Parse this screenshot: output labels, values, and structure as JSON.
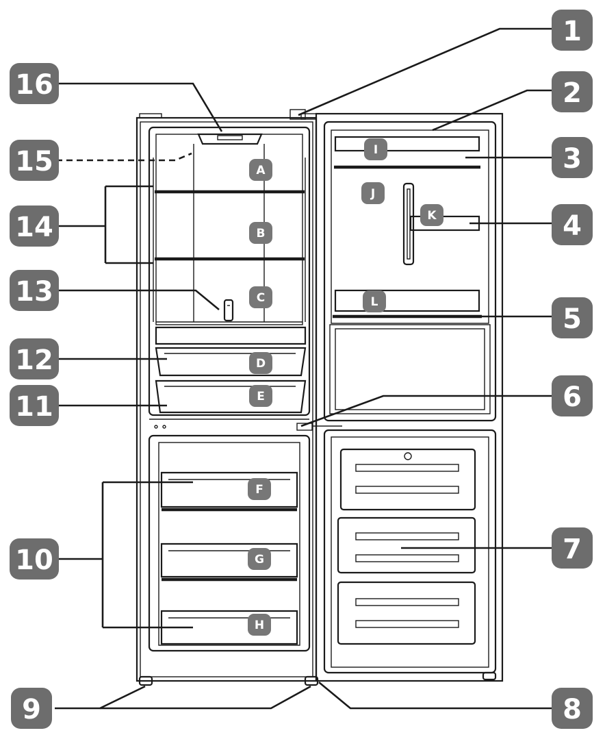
{
  "colors": {
    "badge": "#6d6d6d",
    "letter_badge": "#777777",
    "line": "#1a1a1a",
    "background": "#ffffff"
  },
  "callouts": [
    {
      "id": "1",
      "label": "1"
    },
    {
      "id": "2",
      "label": "2"
    },
    {
      "id": "3",
      "label": "3"
    },
    {
      "id": "4",
      "label": "4"
    },
    {
      "id": "5",
      "label": "5"
    },
    {
      "id": "6",
      "label": "6"
    },
    {
      "id": "7",
      "label": "7"
    },
    {
      "id": "8",
      "label": "8"
    },
    {
      "id": "9",
      "label": "9"
    },
    {
      "id": "10",
      "label": "10"
    },
    {
      "id": "11",
      "label": "11"
    },
    {
      "id": "12",
      "label": "12"
    },
    {
      "id": "13",
      "label": "13"
    },
    {
      "id": "14",
      "label": "14"
    },
    {
      "id": "15",
      "label": "15"
    },
    {
      "id": "16",
      "label": "16"
    }
  ],
  "zones": [
    {
      "id": "A",
      "label": "A"
    },
    {
      "id": "B",
      "label": "B"
    },
    {
      "id": "C",
      "label": "C"
    },
    {
      "id": "D",
      "label": "D"
    },
    {
      "id": "E",
      "label": "E"
    },
    {
      "id": "F",
      "label": "F"
    },
    {
      "id": "G",
      "label": "G"
    },
    {
      "id": "H",
      "label": "H"
    },
    {
      "id": "I",
      "label": "I"
    },
    {
      "id": "J",
      "label": "J"
    },
    {
      "id": "K",
      "label": "K"
    },
    {
      "id": "L",
      "label": "L"
    }
  ]
}
